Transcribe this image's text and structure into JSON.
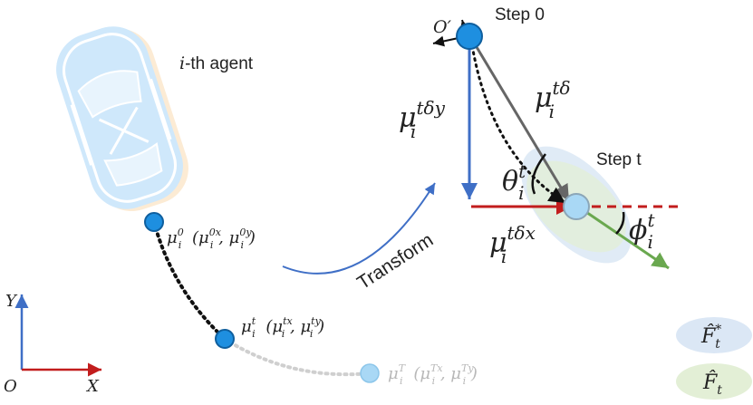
{
  "agent_label": "i-th agent",
  "transform_label": "Transform",
  "step0_label": "Step 0",
  "stept_label": "Step t",
  "origin_prime": "O′",
  "axes": {
    "y": "Y",
    "x": "X",
    "origin": "O"
  },
  "mu0": {
    "base": "μ",
    "sub": "i",
    "sup": "0",
    "paren": "(μ",
    "sup_x": "0x",
    "comma": ", μ",
    "sup_y": "0y",
    "close": ")"
  },
  "mut": {
    "base": "μ",
    "sub": "i",
    "sup": "t",
    "paren": "(μ",
    "sup_x": "tx",
    "comma": ", μ",
    "sup_y": "ty",
    "close": ")"
  },
  "muT": {
    "base": "μ",
    "sub": "i",
    "sup": "T",
    "paren": "(μ",
    "sup_x": "Tx",
    "comma": ", μ",
    "sup_y": "Ty",
    "close": ")"
  },
  "mu_delta": {
    "base": "μ",
    "sub": "i",
    "sup": "tδ"
  },
  "mu_delta_y": {
    "base": "μ",
    "sub": "i",
    "sup": "tδy"
  },
  "mu_delta_x": {
    "base": "μ",
    "sub": "i",
    "sup": "tδx"
  },
  "theta": {
    "base": "θ",
    "sub": "i",
    "sup": "t"
  },
  "phi": {
    "base": "ϕ",
    "sub": "i",
    "sup": "t"
  },
  "legend": [
    {
      "symbol": "F̂",
      "sub": "t",
      "sup": "*",
      "color": "#dbe7f5"
    },
    {
      "symbol": "F̂",
      "sub": "t",
      "sup": "",
      "color": "#e3efd6"
    }
  ],
  "colors": {
    "node": "#1e8fe0",
    "node_light": "#a9d8f5",
    "blue_arrow": "#3f6fc6",
    "red": "#c21d1d",
    "green": "#6aa84f",
    "gray": "#666666"
  }
}
